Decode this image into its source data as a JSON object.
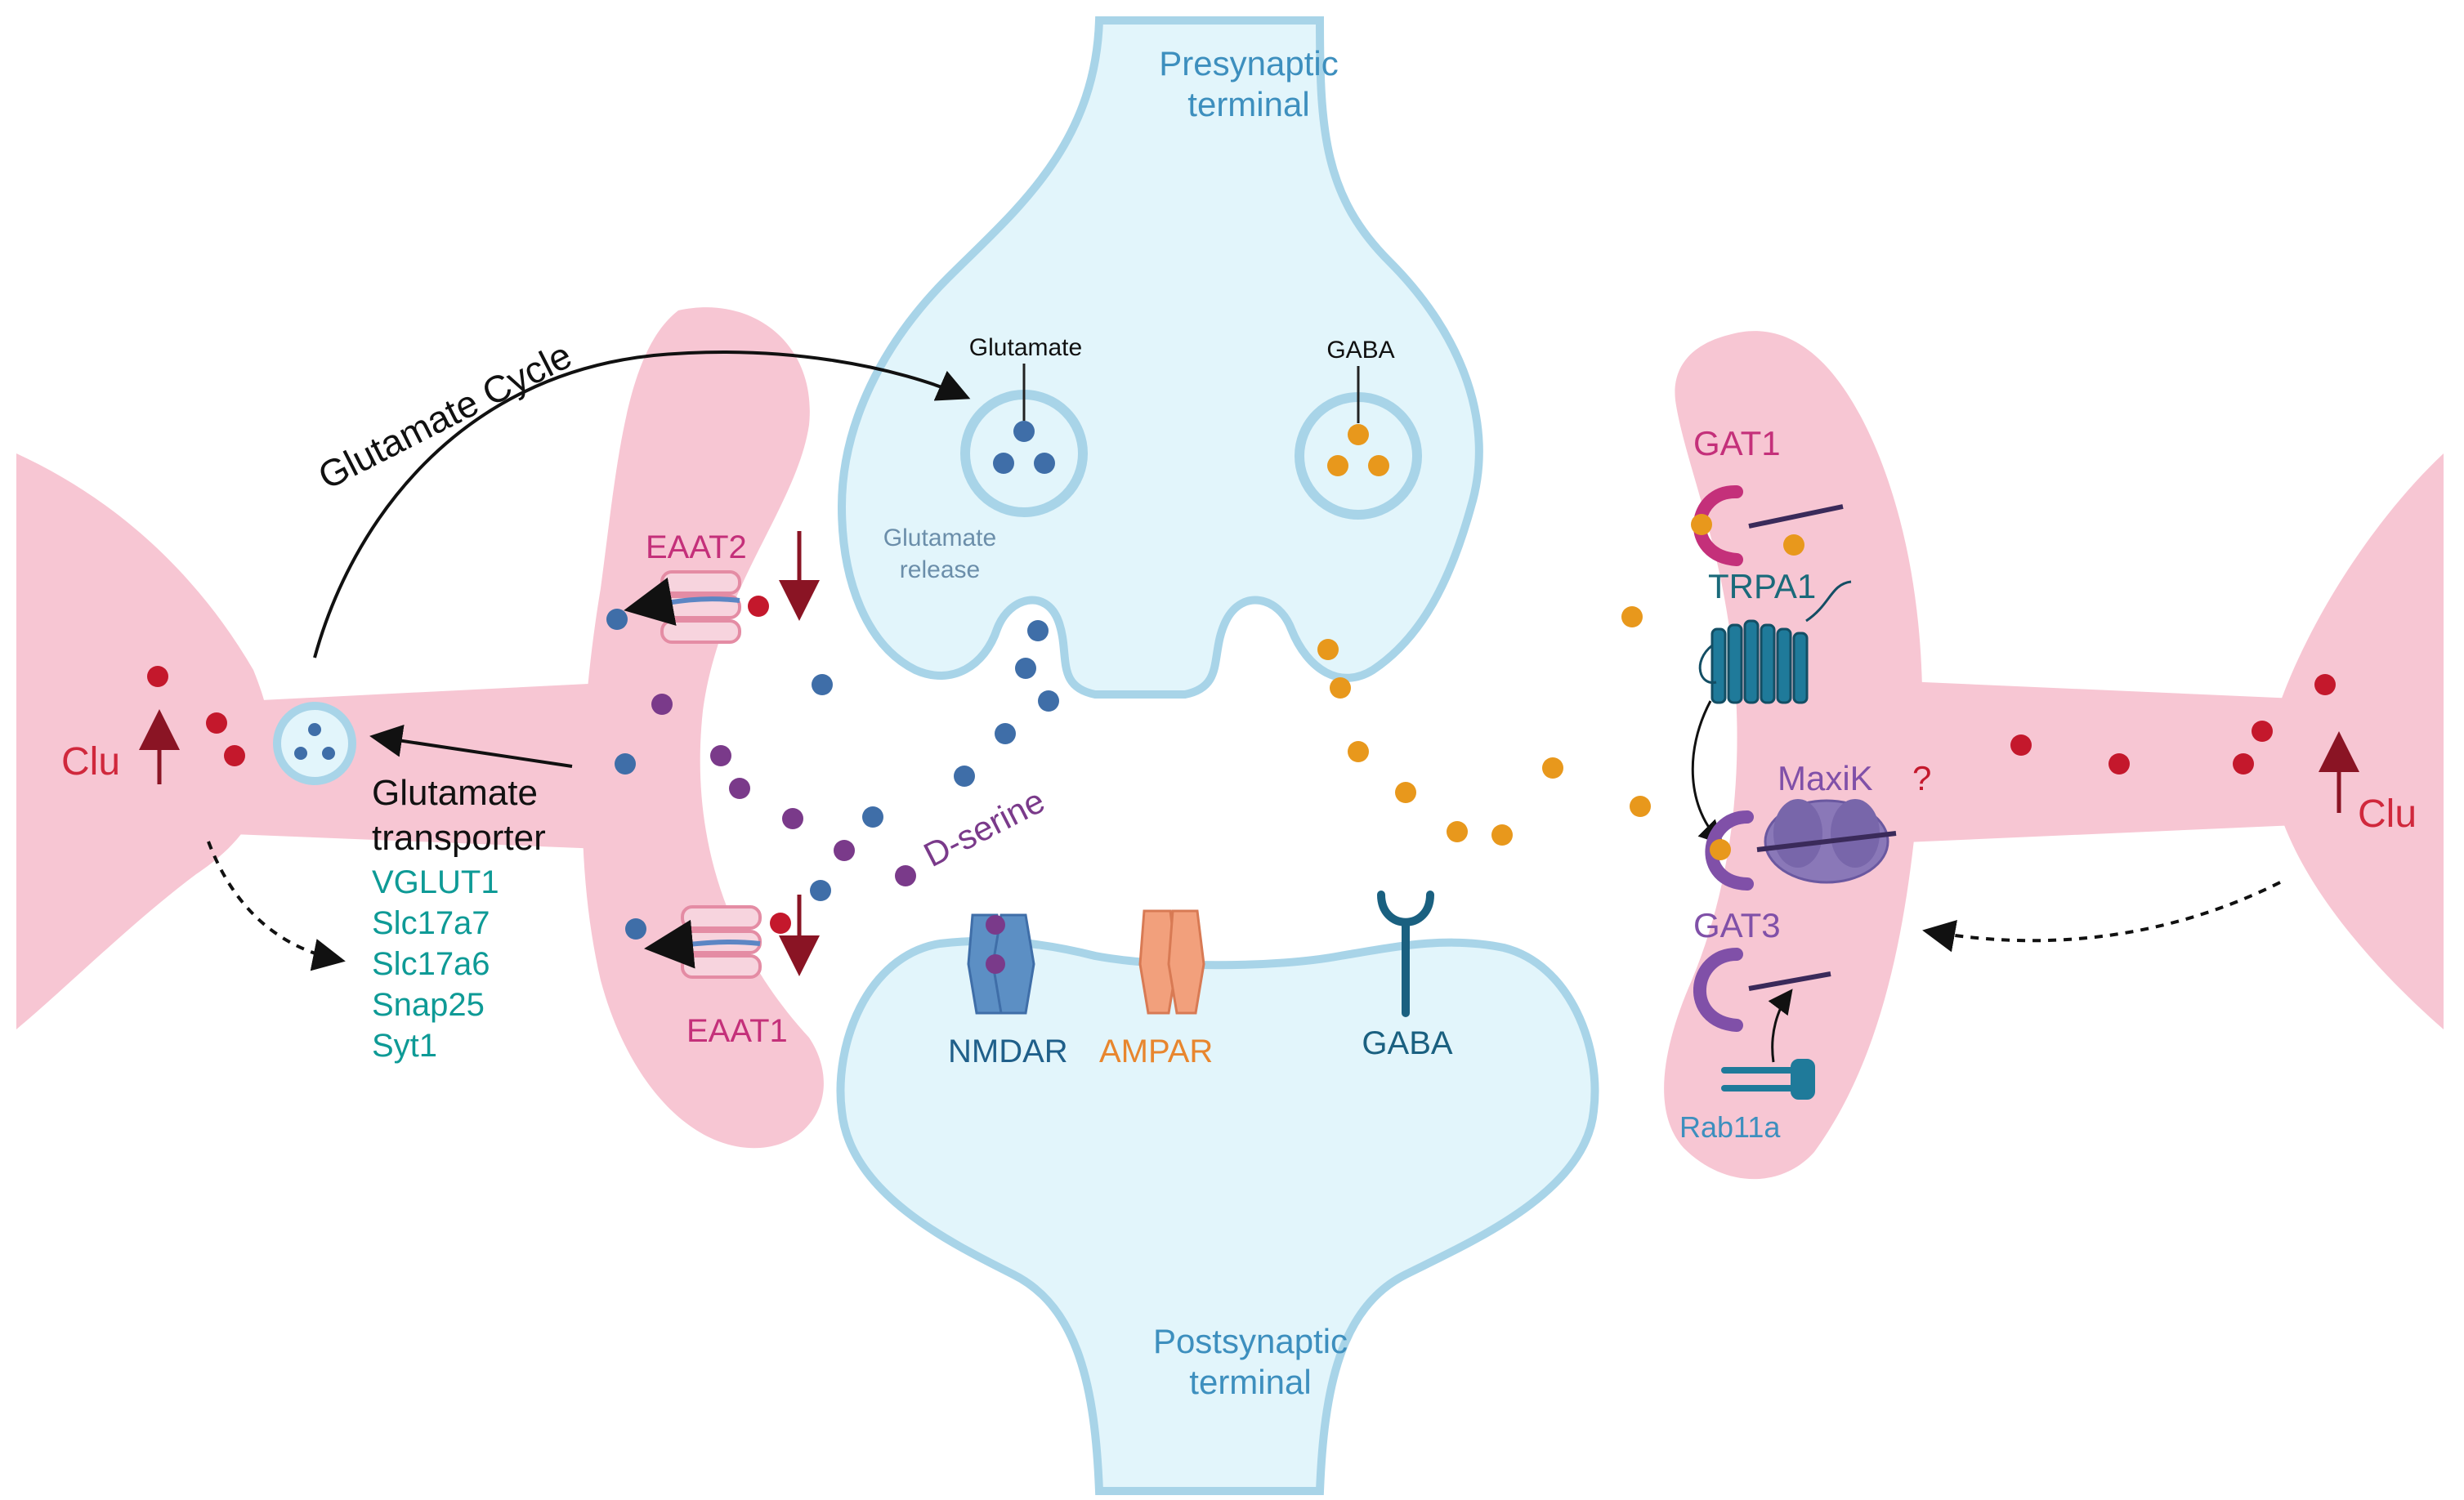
{
  "labels": {
    "presynaptic_line1": "Presynaptic",
    "presynaptic_line2": "terminal",
    "postsynaptic_line1": "Postsynaptic",
    "postsynaptic_line2": "terminal",
    "glutamate_vesicle": "Glutamate",
    "gaba_vesicle": "GABA",
    "glutamate_release_line1": "Glutamate",
    "glutamate_release_line2": "release",
    "glutamate_cycle": "Glutamate Cycle",
    "eaat2": "EAAT2",
    "eaat1": "EAAT1",
    "d_serine": "D-serine",
    "clu_left": "Clu",
    "clu_right": "Clu",
    "transporter_line1": "Glutamate",
    "transporter_line2": "transporter",
    "nmdar": "NMDAR",
    "ampar": "AMPAR",
    "gaba_receptor": "GABA",
    "gat1": "GAT1",
    "trpa1": "TRPA1",
    "maxik": "MaxiK",
    "maxik_question": "?",
    "gat3": "GAT3",
    "rab11a": "Rab11a"
  },
  "genes": [
    "VGLUT1",
    "Slc17a7",
    "Slc17a6",
    "Snap25",
    "Syt1"
  ],
  "colors": {
    "astrocyte_fill": "#f7c6d3",
    "astrocyte_stroke": "#f0a8ba",
    "neuron_fill": "#e2f5fb",
    "neuron_stroke": "#a8d4e8",
    "glutamate_dot": "#3f6ea8",
    "gaba_dot": "#e8981c",
    "dserine_dot": "#7a3a8a",
    "clu_dot": "#c4182c",
    "clu_text": "#d0283c",
    "teal_text": "#0e9a96",
    "magenta": "#c4307a",
    "purple": "#8050a8",
    "dark_red_arrow": "#8a1424"
  },
  "icons": [
    "glutamate-vesicle-icon",
    "gaba-vesicle-icon",
    "eaat2-transporter-icon",
    "eaat1-transporter-icon",
    "nmdar-receptor-icon",
    "ampar-receptor-icon",
    "gaba-receptor-icon",
    "gat1-transporter-icon",
    "trpa1-channel-icon",
    "maxik-channel-icon",
    "gat3-transporter-icon",
    "rab11a-icon"
  ]
}
